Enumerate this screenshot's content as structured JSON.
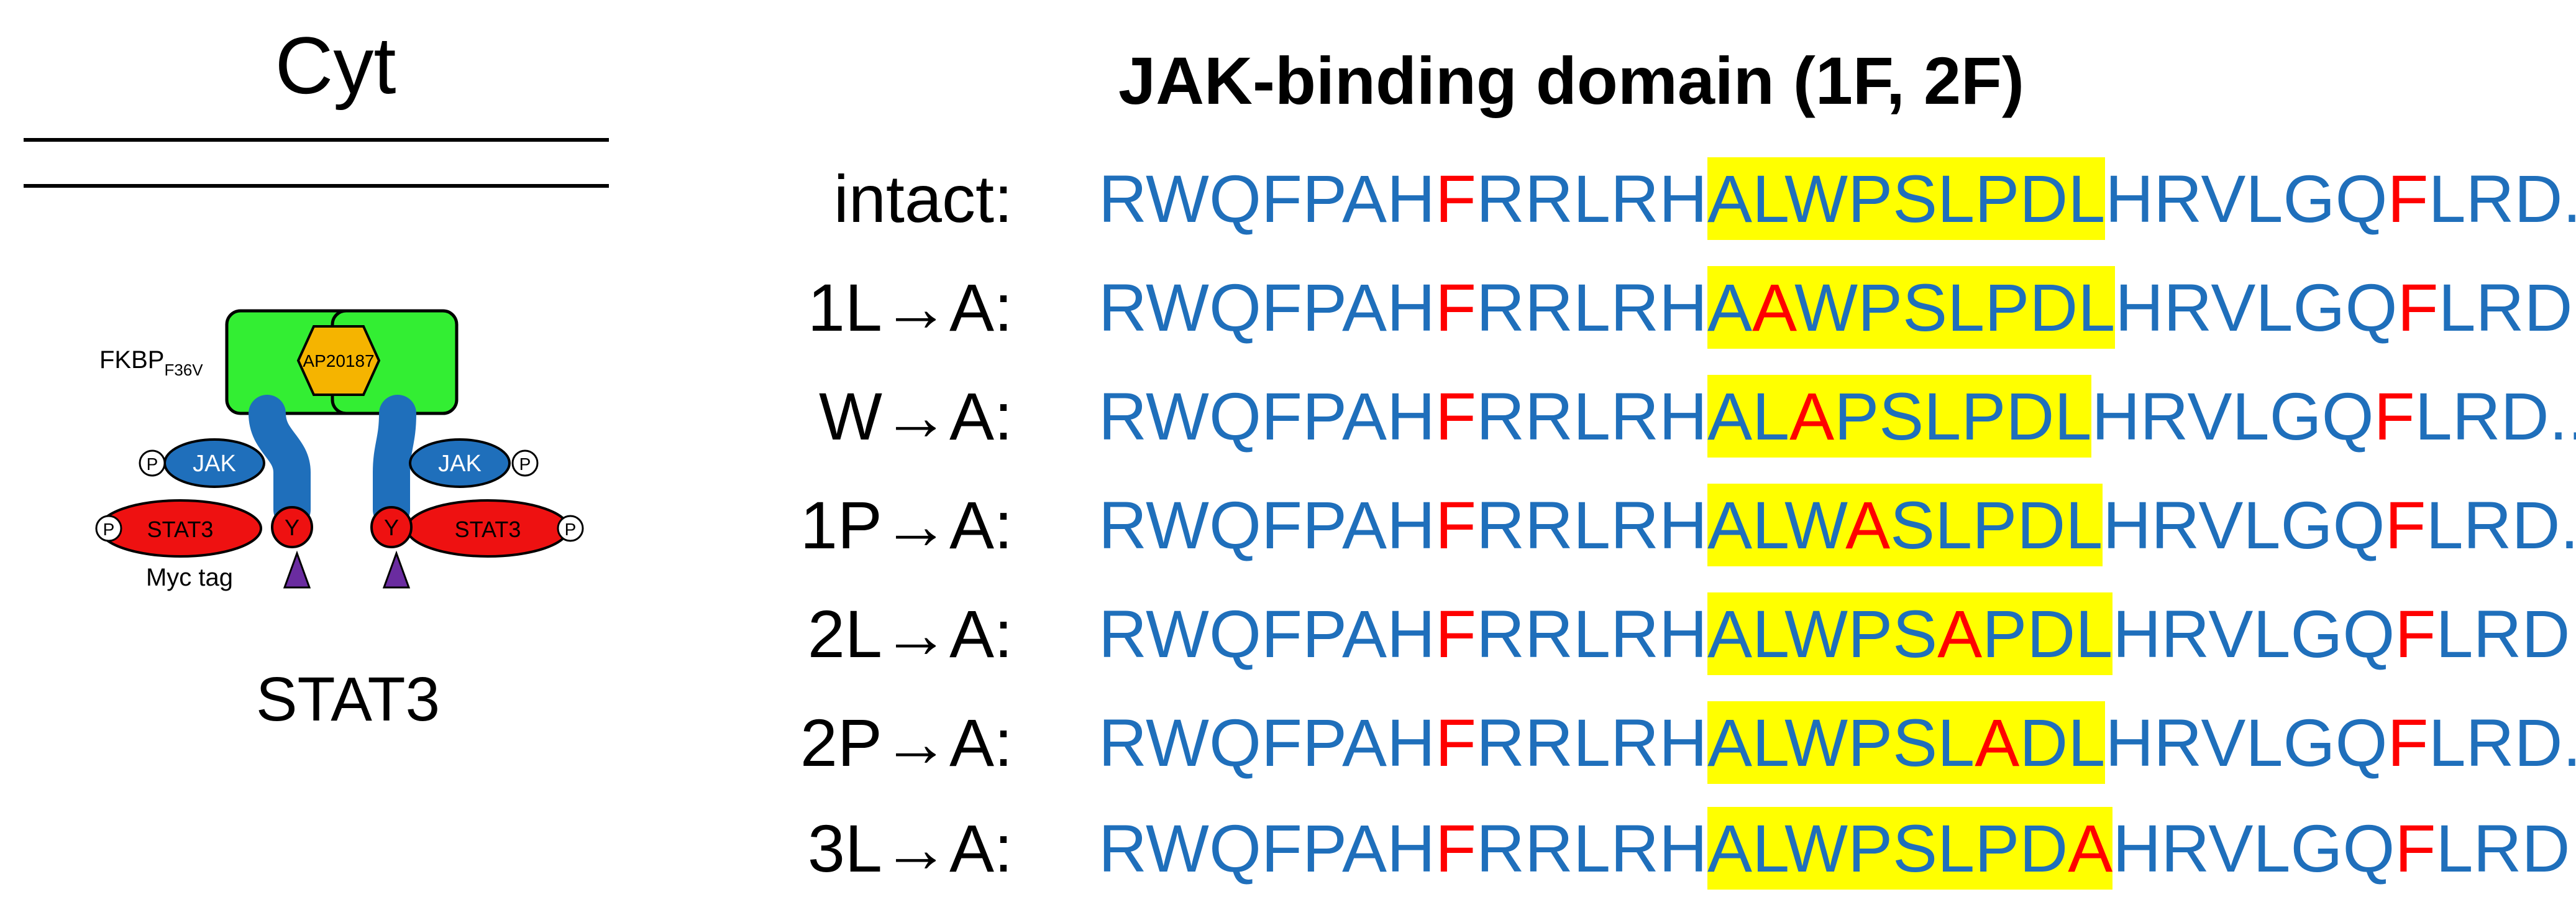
{
  "left": {
    "title": "Cyt",
    "fkbp_main": "FKBP",
    "fkbp_sub": "F36V",
    "drug": "AP20187",
    "jak": "JAK",
    "stat3": "STAT3",
    "tyr": "Y",
    "phospho": "P",
    "myc_tag": "Myc tag",
    "caption": "STAT3"
  },
  "right": {
    "title": "JAK-binding domain (1F, 2F)",
    "rows": [
      {
        "label": "intact:",
        "pre": "RWQFPAH",
        "f1": "F",
        "mid": "RRLRH",
        "hl_a": "ALWPSLPDL",
        "hl_m": "",
        "hl_b": "",
        "post1": "HRVLGQ",
        "f2": "F",
        "post2": "LRD....."
      },
      {
        "label": "1L→A:",
        "pre": "RWQFPAH",
        "f1": "F",
        "mid": "RRLRH",
        "hl_a": "A",
        "hl_m": "A",
        "hl_b": "WPSLPDL",
        "post1": "HRVLGQ",
        "f2": "F",
        "post2": "LRD....."
      },
      {
        "label": "W→A:",
        "pre": "RWQFPAH",
        "f1": "F",
        "mid": "RRLRH",
        "hl_a": "AL",
        "hl_m": "A",
        "hl_b": "PSLPDL",
        "post1": "HRVLGQ",
        "f2": "F",
        "post2": "LRD...."
      },
      {
        "label": "1P→A:",
        "pre": "RWQFPAH",
        "f1": "F",
        "mid": "RRLRH",
        "hl_a": "ALW",
        "hl_m": "A",
        "hl_b": "SLPDL",
        "post1": "HRVLGQ",
        "f2": "F",
        "post2": "LRD....."
      },
      {
        "label": "2L→A:",
        "pre": "RWQFPAH",
        "f1": "F",
        "mid": "RRLRH",
        "hl_a": "ALWPS",
        "hl_m": "A",
        "hl_b": "PDL",
        "post1": "HRVLGQ",
        "f2": "F",
        "post2": "LRD....."
      },
      {
        "label": "2P→A:",
        "pre": "RWQFPAH",
        "f1": "F",
        "mid": "RRLRH",
        "hl_a": "ALWPSL",
        "hl_m": "A",
        "hl_b": "DL",
        "post1": "HRVLGQ",
        "f2": "F",
        "post2": "LRD....."
      },
      {
        "label": "3L→A:",
        "pre": "RWQFPAH",
        "f1": "F",
        "mid": "RRLRH",
        "hl_a": "ALWPSLPD",
        "hl_m": "A",
        "hl_b": "",
        "post1": "HRVLGQ",
        "f2": "F",
        "post2": "LRD....."
      }
    ]
  },
  "colors": {
    "sequence": "#1f6fbb",
    "mutation": "#ff0000",
    "highlight": "#ffff00",
    "fkbp": "#33ee33",
    "drug": "#f5b400",
    "jak": "#1f6fbb",
    "stat3": "#ee1111",
    "myc_tag": "#6a2ca0"
  }
}
